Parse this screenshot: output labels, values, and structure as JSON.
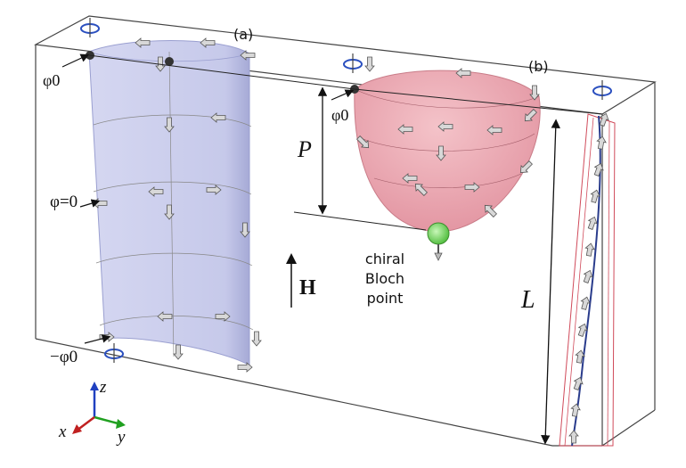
{
  "labels": {
    "panel_a": "(a)",
    "panel_b": "(b)",
    "phi0_top": "φ0",
    "phi0_mid": "φ0",
    "phi_zero": "φ=0",
    "minus_phi0": "−φ0",
    "P": "P",
    "H": "H",
    "L": "L",
    "bloch_line1": "chiral",
    "bloch_line2": "Bloch",
    "bloch_line3": "point",
    "axis_z": "z",
    "axis_x": "x",
    "axis_y": "y"
  },
  "colors": {
    "cylinder_fill": "#c9cbea",
    "cylinder_edge": "#9a9fd0",
    "paraboloid_fill": "#e9a4ad",
    "paraboloid_edge": "#c97c88",
    "bloch_point": "#7fdc6a",
    "box_line": "#333333",
    "arrow_fill": "#d8d8d8",
    "string_line": "#2a3c8c",
    "string_box": "#d04a5a",
    "axis_x": "#c02020",
    "axis_y": "#20a020",
    "axis_z": "#2040c0"
  },
  "icons": [
    "rotation-arrow-icon",
    "spin-arrow-icon",
    "magnetic-field-arrow-icon",
    "coordinate-axes-icon"
  ]
}
